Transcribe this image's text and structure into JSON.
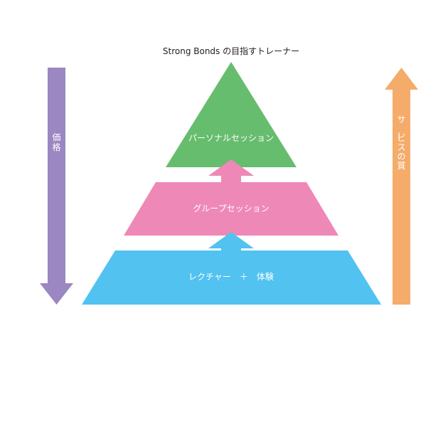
{
  "title": "Strong Bonds の目指すトレーナー",
  "tiers": [
    {
      "label": "パーソナルセッション",
      "color": "#67bd6e"
    },
    {
      "label": "グループセッション",
      "color": "#ee88b7"
    },
    {
      "label": "レクチャー　＋　体験",
      "color": "#52c2f0"
    }
  ],
  "left_arrow": {
    "label": "価格",
    "direction": "down",
    "color": "#9b87c2"
  },
  "right_arrow": {
    "label": "サービスの質",
    "direction": "up",
    "color": "#f5ab6a"
  }
}
